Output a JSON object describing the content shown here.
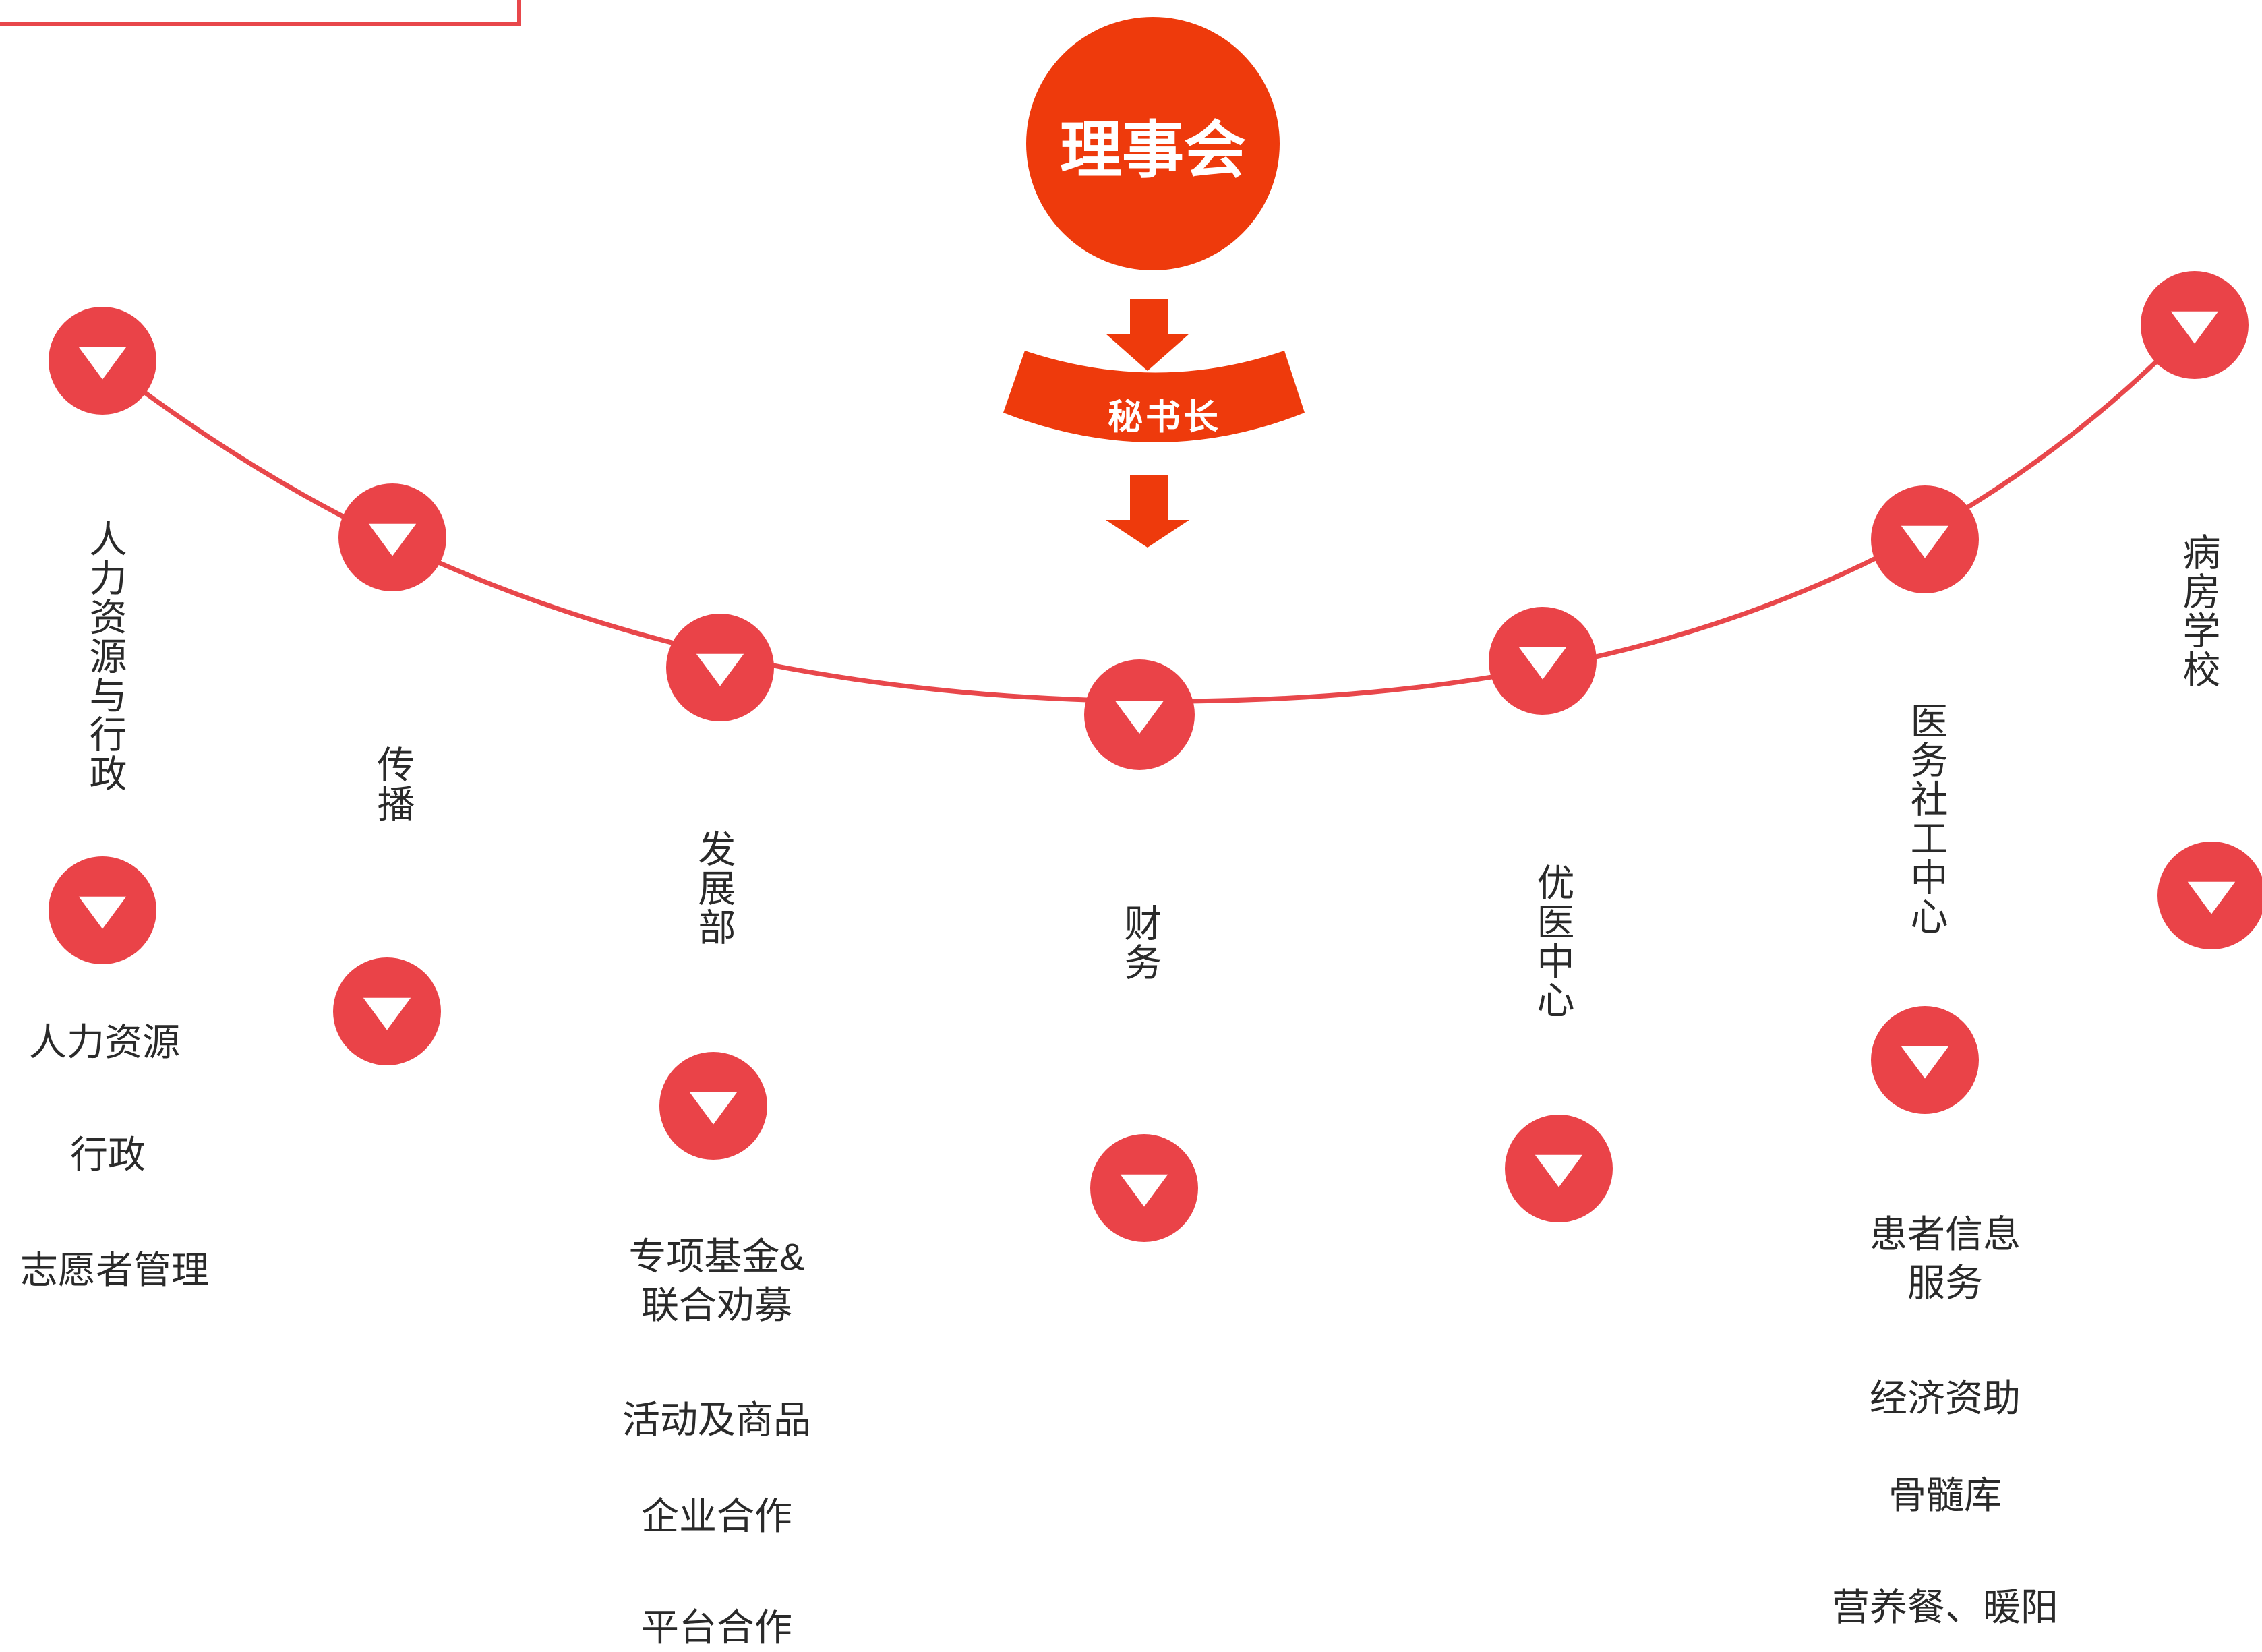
{
  "colors": {
    "board": "#ee3a0c",
    "node": "#ea4348",
    "arc": "#e8474b",
    "arrow": "#ee3a0c",
    "text": "#2a2a2a"
  },
  "board": {
    "label": "理事会"
  },
  "secretary": {
    "label": "秘书长"
  },
  "departments": [
    {
      "name": "人力资源与行政",
      "items": [
        "人力资源",
        "行政",
        "志愿者管理"
      ]
    },
    {
      "name": "传播",
      "items": []
    },
    {
      "name": "发展部",
      "items": [
        "专项基金&\n联合劝募",
        "活动及商品",
        "企业合作",
        "平台合作"
      ]
    },
    {
      "name": "财务",
      "items": []
    },
    {
      "name": "优医中心",
      "items": []
    },
    {
      "name": "医务社工中心",
      "items": [
        "患者信息\n服务",
        "经济资助",
        "骨髓库",
        "营养餐、暖阳"
      ]
    },
    {
      "name": "病房学校",
      "items": []
    }
  ],
  "icons": {
    "node": "triangle-down-icon",
    "arrow": "arrow-down-icon"
  }
}
